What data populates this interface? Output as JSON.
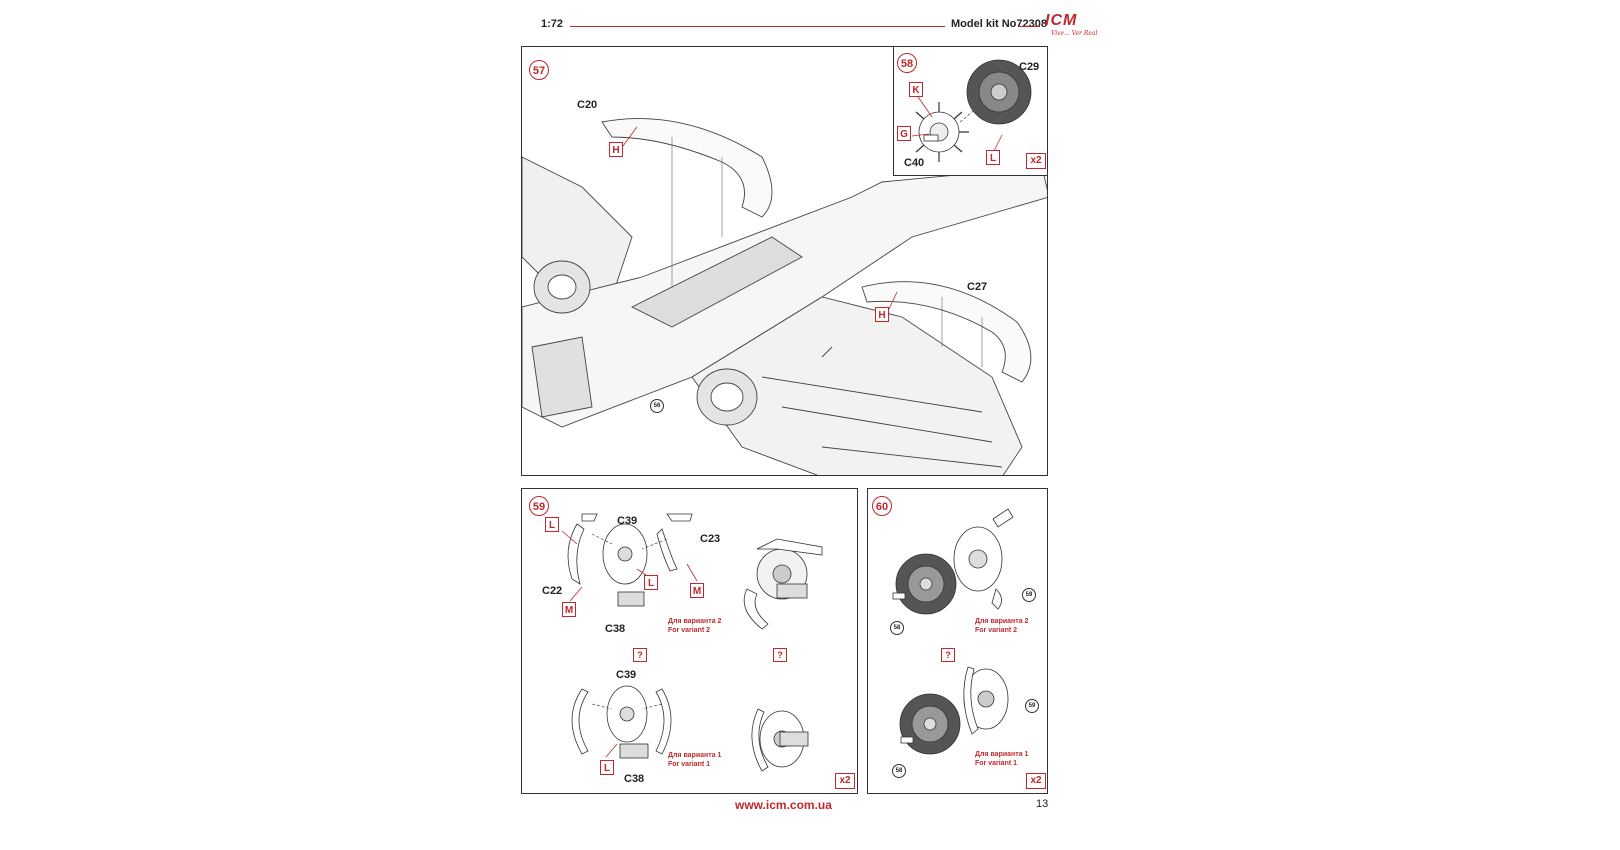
{
  "header": {
    "scale": "1:72",
    "kit": "Model kit No72308",
    "logo_text": "ICM",
    "logo_tagline": "Vive... Ver Real"
  },
  "footer": {
    "url": "www.icm.com.ua",
    "page_number": "13"
  },
  "colors": {
    "accent": "#c0282d",
    "line": "#333333"
  },
  "step57": {
    "number": "57",
    "parts": {
      "c20": "C20",
      "c27": "C27"
    },
    "markers": {
      "h1": "H",
      "h2": "H"
    },
    "ref": "56"
  },
  "step58": {
    "number": "58",
    "parts": {
      "c29": "C29",
      "c40": "C40"
    },
    "markers": {
      "k": "K",
      "g": "G",
      "l": "L"
    },
    "multiplier": "x2"
  },
  "step59": {
    "number": "59",
    "parts": {
      "c39a": "C39",
      "c23": "C23",
      "c22": "C22",
      "c38a": "C38",
      "c39b": "C39",
      "c38b": "C38"
    },
    "markers": {
      "l1": "L",
      "l2": "L",
      "m1": "M",
      "m2": "M",
      "l3": "L"
    },
    "variant2": {
      "ru": "Для варианта 2",
      "en": "For variant 2"
    },
    "variant1": {
      "ru": "Для варианта 1",
      "en": "For variant 1"
    },
    "q1": "?",
    "q2": "?",
    "multiplier": "x2"
  },
  "step60": {
    "number": "60",
    "refs": {
      "r59a": "59",
      "r58a": "58",
      "r59b": "59",
      "r58b": "58"
    },
    "variant2": {
      "ru": "Для варианта 2",
      "en": "For variant 2"
    },
    "variant1": {
      "ru": "Для варианта 1",
      "en": "For variant 1"
    },
    "q1": "?",
    "multiplier": "x2"
  }
}
